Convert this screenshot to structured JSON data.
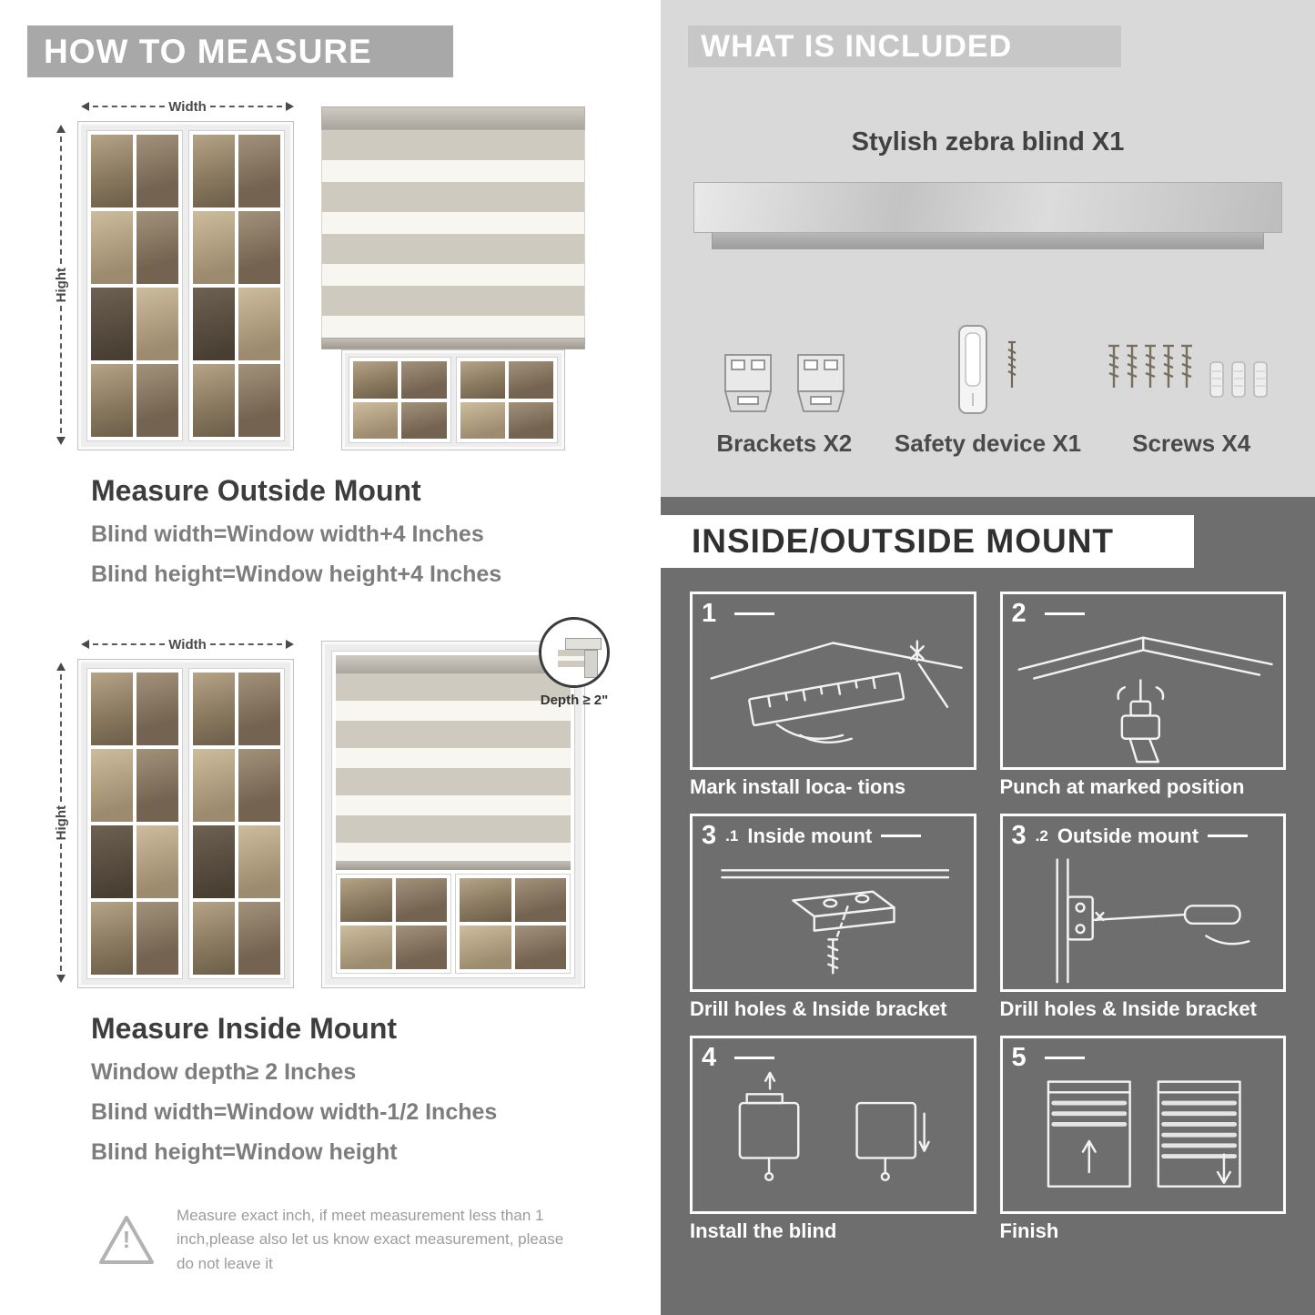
{
  "colors": {
    "left_header_bg": "#a8a8a8",
    "included_bg": "#d9d9d9",
    "included_header_bg": "#c7c7c7",
    "mount_section_bg": "#6e6e6e",
    "heading_text": "#3d3d3d",
    "body_text": "#7d7d7d",
    "blind_stripe": "#cfcabf"
  },
  "left": {
    "header": "HOW TO MEASURE",
    "outside_mount": {
      "width_label": "Width",
      "height_label": "Hight",
      "title": "Measure Outside Mount",
      "lines": [
        "Blind width=Window width+4 Inches",
        "Blind height=Window height+4 Inches"
      ]
    },
    "inside_mount": {
      "width_label": "Width",
      "height_label": "Hight",
      "depth_label": "Depth ≥ 2\"",
      "title": "Measure Inside Mount",
      "lines": [
        "Window depth≥ 2 Inches",
        "Blind width=Window width-1/2 Inches",
        "Blind height=Window height"
      ]
    },
    "warning": {
      "mark": "!",
      "text": "Measure exact inch, if meet measurement less than 1 inch,please also let us know exact measurement, please do not leave it"
    }
  },
  "included": {
    "header": "WHAT IS INCLUDED",
    "product_label": "Stylish zebra blind X1",
    "items": [
      {
        "label": "Brackets X2"
      },
      {
        "label": "Safety device X1"
      },
      {
        "label": "Screws X4"
      }
    ]
  },
  "mount_guide": {
    "header": "INSIDE/OUTSIDE MOUNT",
    "steps": [
      {
        "num": "1",
        "num_sub": "",
        "title": "",
        "caption": "Mark install loca- tions"
      },
      {
        "num": "2",
        "num_sub": "",
        "title": "",
        "caption": "Punch at  marked position"
      },
      {
        "num": "3",
        "num_sub": ".1",
        "title": "Inside mount",
        "caption": "Drill holes &  Inside bracket"
      },
      {
        "num": "3",
        "num_sub": ".2",
        "title": "Outside mount",
        "caption": "Drill holes &  Inside bracket"
      },
      {
        "num": "4",
        "num_sub": "",
        "title": "",
        "caption": "Install the blind"
      },
      {
        "num": "5",
        "num_sub": "",
        "title": "",
        "caption": "Finish"
      }
    ]
  }
}
